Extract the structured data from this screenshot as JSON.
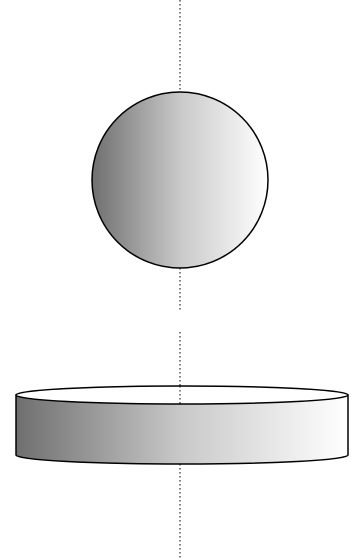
{
  "diagram": {
    "background": "#ffffff",
    "stroke_color": "#000000",
    "gradient": {
      "dark": "#6f6f6f",
      "mid": "#c9c9c9",
      "light": "#ffffff"
    },
    "shapes": [
      {
        "name": "sphere",
        "kind": "circle-shaded"
      },
      {
        "name": "disc",
        "kind": "cylinder-shaded"
      }
    ],
    "axes": [
      {
        "name": "upper-axis",
        "style": "dotted"
      },
      {
        "name": "lower-axis",
        "style": "dotted"
      }
    ]
  }
}
